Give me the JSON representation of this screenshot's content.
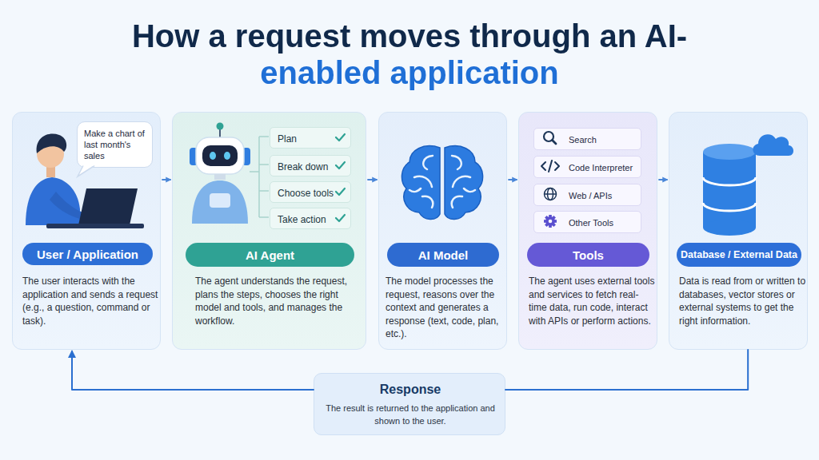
{
  "diagram": {
    "title": "How a request moves through an AI-enabled application",
    "nodes": [
      {
        "text": [
          "User / Application",
          "The user interacts with the application and sends a request (e.g., a question, command or task)."
        ]
      },
      {
        "text": [
          "Make a chart of last month's sales"
        ],
        "in": 0
      },
      {
        "text": [
          "AI Agent",
          "The agent understands the request, plans the steps, chooses the right model and tools, and manages the workflow."
        ]
      },
      {
        "text": [
          "Plan"
        ],
        "in": 2
      },
      {
        "text": [
          "Break down"
        ],
        "in": 2
      },
      {
        "text": [
          "Choose tools"
        ],
        "in": 2
      },
      {
        "text": [
          "Take action"
        ],
        "in": 2
      },
      {
        "text": [
          "AI Model",
          "The model processes the request, reasons over the context and generates a response (text, code, plan, etc.)."
        ]
      },
      {
        "text": [
          "Tools",
          "The agent uses external tools and services to fetch real-time data, run code, interact with APIs or perform actions."
        ]
      },
      {
        "text": [
          "Search"
        ],
        "in": 8
      },
      {
        "text": [
          "Code Interpreter"
        ],
        "in": 8
      },
      {
        "text": [
          "Web / APIs"
        ],
        "in": 8
      },
      {
        "text": [
          "Other Tools"
        ],
        "in": 8
      },
      {
        "text": [
          "Database / External Data",
          "Data is read from or written to databases, vector stores or external systems to get the right information."
        ]
      },
      {
        "text": [
          "Response",
          "The result is returned to the application and shown to the user."
        ]
      }
    ],
    "edges": [
      {
        "from": 0,
        "to": 2,
        "arrow": "to"
      },
      {
        "from": 2,
        "to": 7,
        "arrow": "to"
      },
      {
        "from": 7,
        "to": 8,
        "arrow": "to"
      },
      {
        "from": 8,
        "to": 13,
        "arrow": "to"
      },
      {
        "from": 13,
        "to": 14,
        "arrow": "none"
      },
      {
        "from": 14,
        "to": 0,
        "arrow": "to"
      }
    ]
  }
}
